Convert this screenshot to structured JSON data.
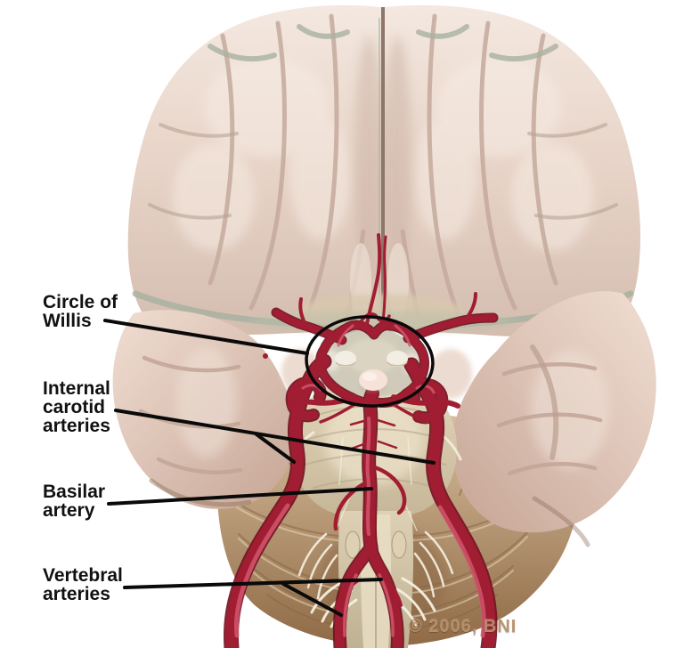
{
  "figure": {
    "labels": [
      {
        "id": "circle-of-willis",
        "lines": [
          "Circle of",
          "Willis"
        ]
      },
      {
        "id": "internal-carotid-arteries",
        "lines": [
          "Internal",
          "carotid",
          "arteries"
        ]
      },
      {
        "id": "basilar-artery",
        "lines": [
          "Basilar",
          "artery"
        ]
      },
      {
        "id": "vertebral-arteries",
        "lines": [
          "Vertebral",
          "arteries"
        ]
      }
    ],
    "copyright": "© 2006, BNI"
  },
  "colors": {
    "background": "#ffffff",
    "artery_red": "#a01d32",
    "cortex_beige": "#e6d4ca",
    "cerebellum_tan": "#c9ae8b",
    "annotation_black": "#0a0a0a",
    "label_text": "#111111",
    "copyright_tan": "#b5916d"
  }
}
